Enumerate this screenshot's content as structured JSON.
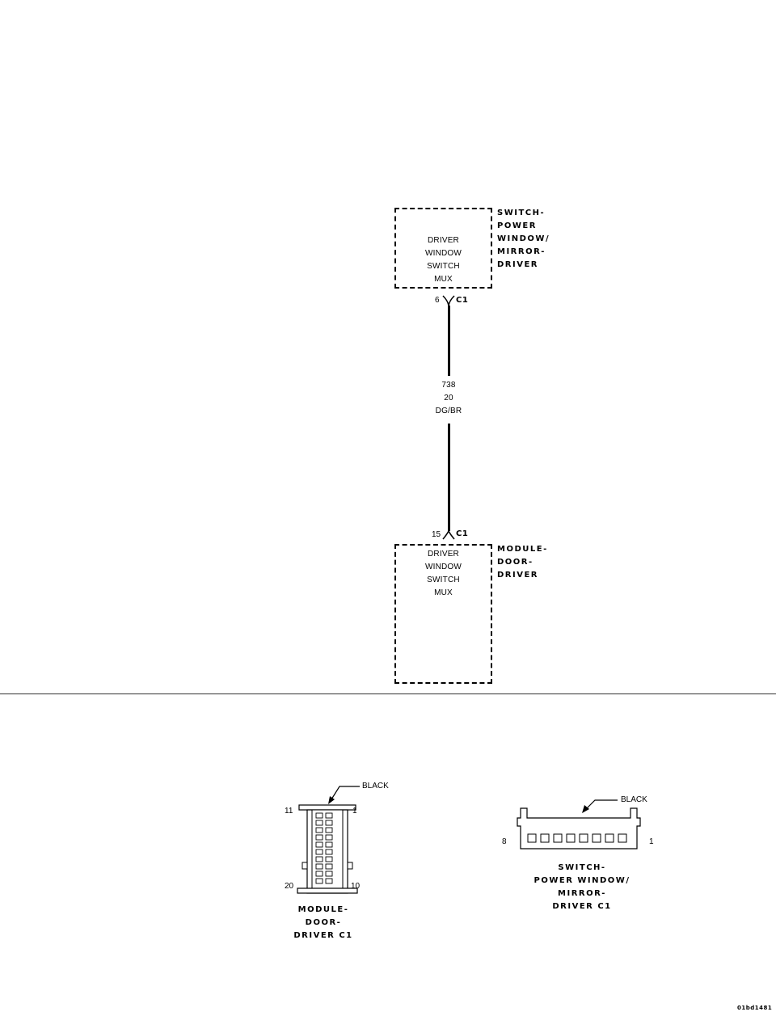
{
  "top_component": {
    "label_lines": [
      "SWITCH-",
      "POWER",
      "WINDOW/",
      "MIRROR-",
      "DRIVER"
    ],
    "inner_lines": [
      "DRIVER",
      "WINDOW",
      "SWITCH",
      "MUX"
    ],
    "pin": "6",
    "connector": "C1"
  },
  "wire": {
    "circuit": "738",
    "gauge": "20",
    "color": "DG/BR"
  },
  "bottom_component": {
    "label_lines": [
      "MODULE-",
      "DOOR-",
      "DRIVER"
    ],
    "inner_lines": [
      "DRIVER",
      "WINDOW",
      "SWITCH",
      "MUX"
    ],
    "pin": "15",
    "connector": "C1"
  },
  "connector_views": {
    "module": {
      "color_label": "BLACK",
      "pin_top_left": "11",
      "pin_top_right": "1",
      "pin_bottom_left": "20",
      "pin_bottom_right": "10",
      "caption_lines": [
        "MODULE-",
        "DOOR-",
        "DRIVER C1"
      ]
    },
    "switch": {
      "color_label": "BLACK",
      "pin_left": "8",
      "pin_right": "1",
      "caption_lines": [
        "SWITCH-",
        "POWER WINDOW/",
        "MIRROR-",
        "DRIVER C1"
      ]
    }
  },
  "figure_id": "01bd1481"
}
